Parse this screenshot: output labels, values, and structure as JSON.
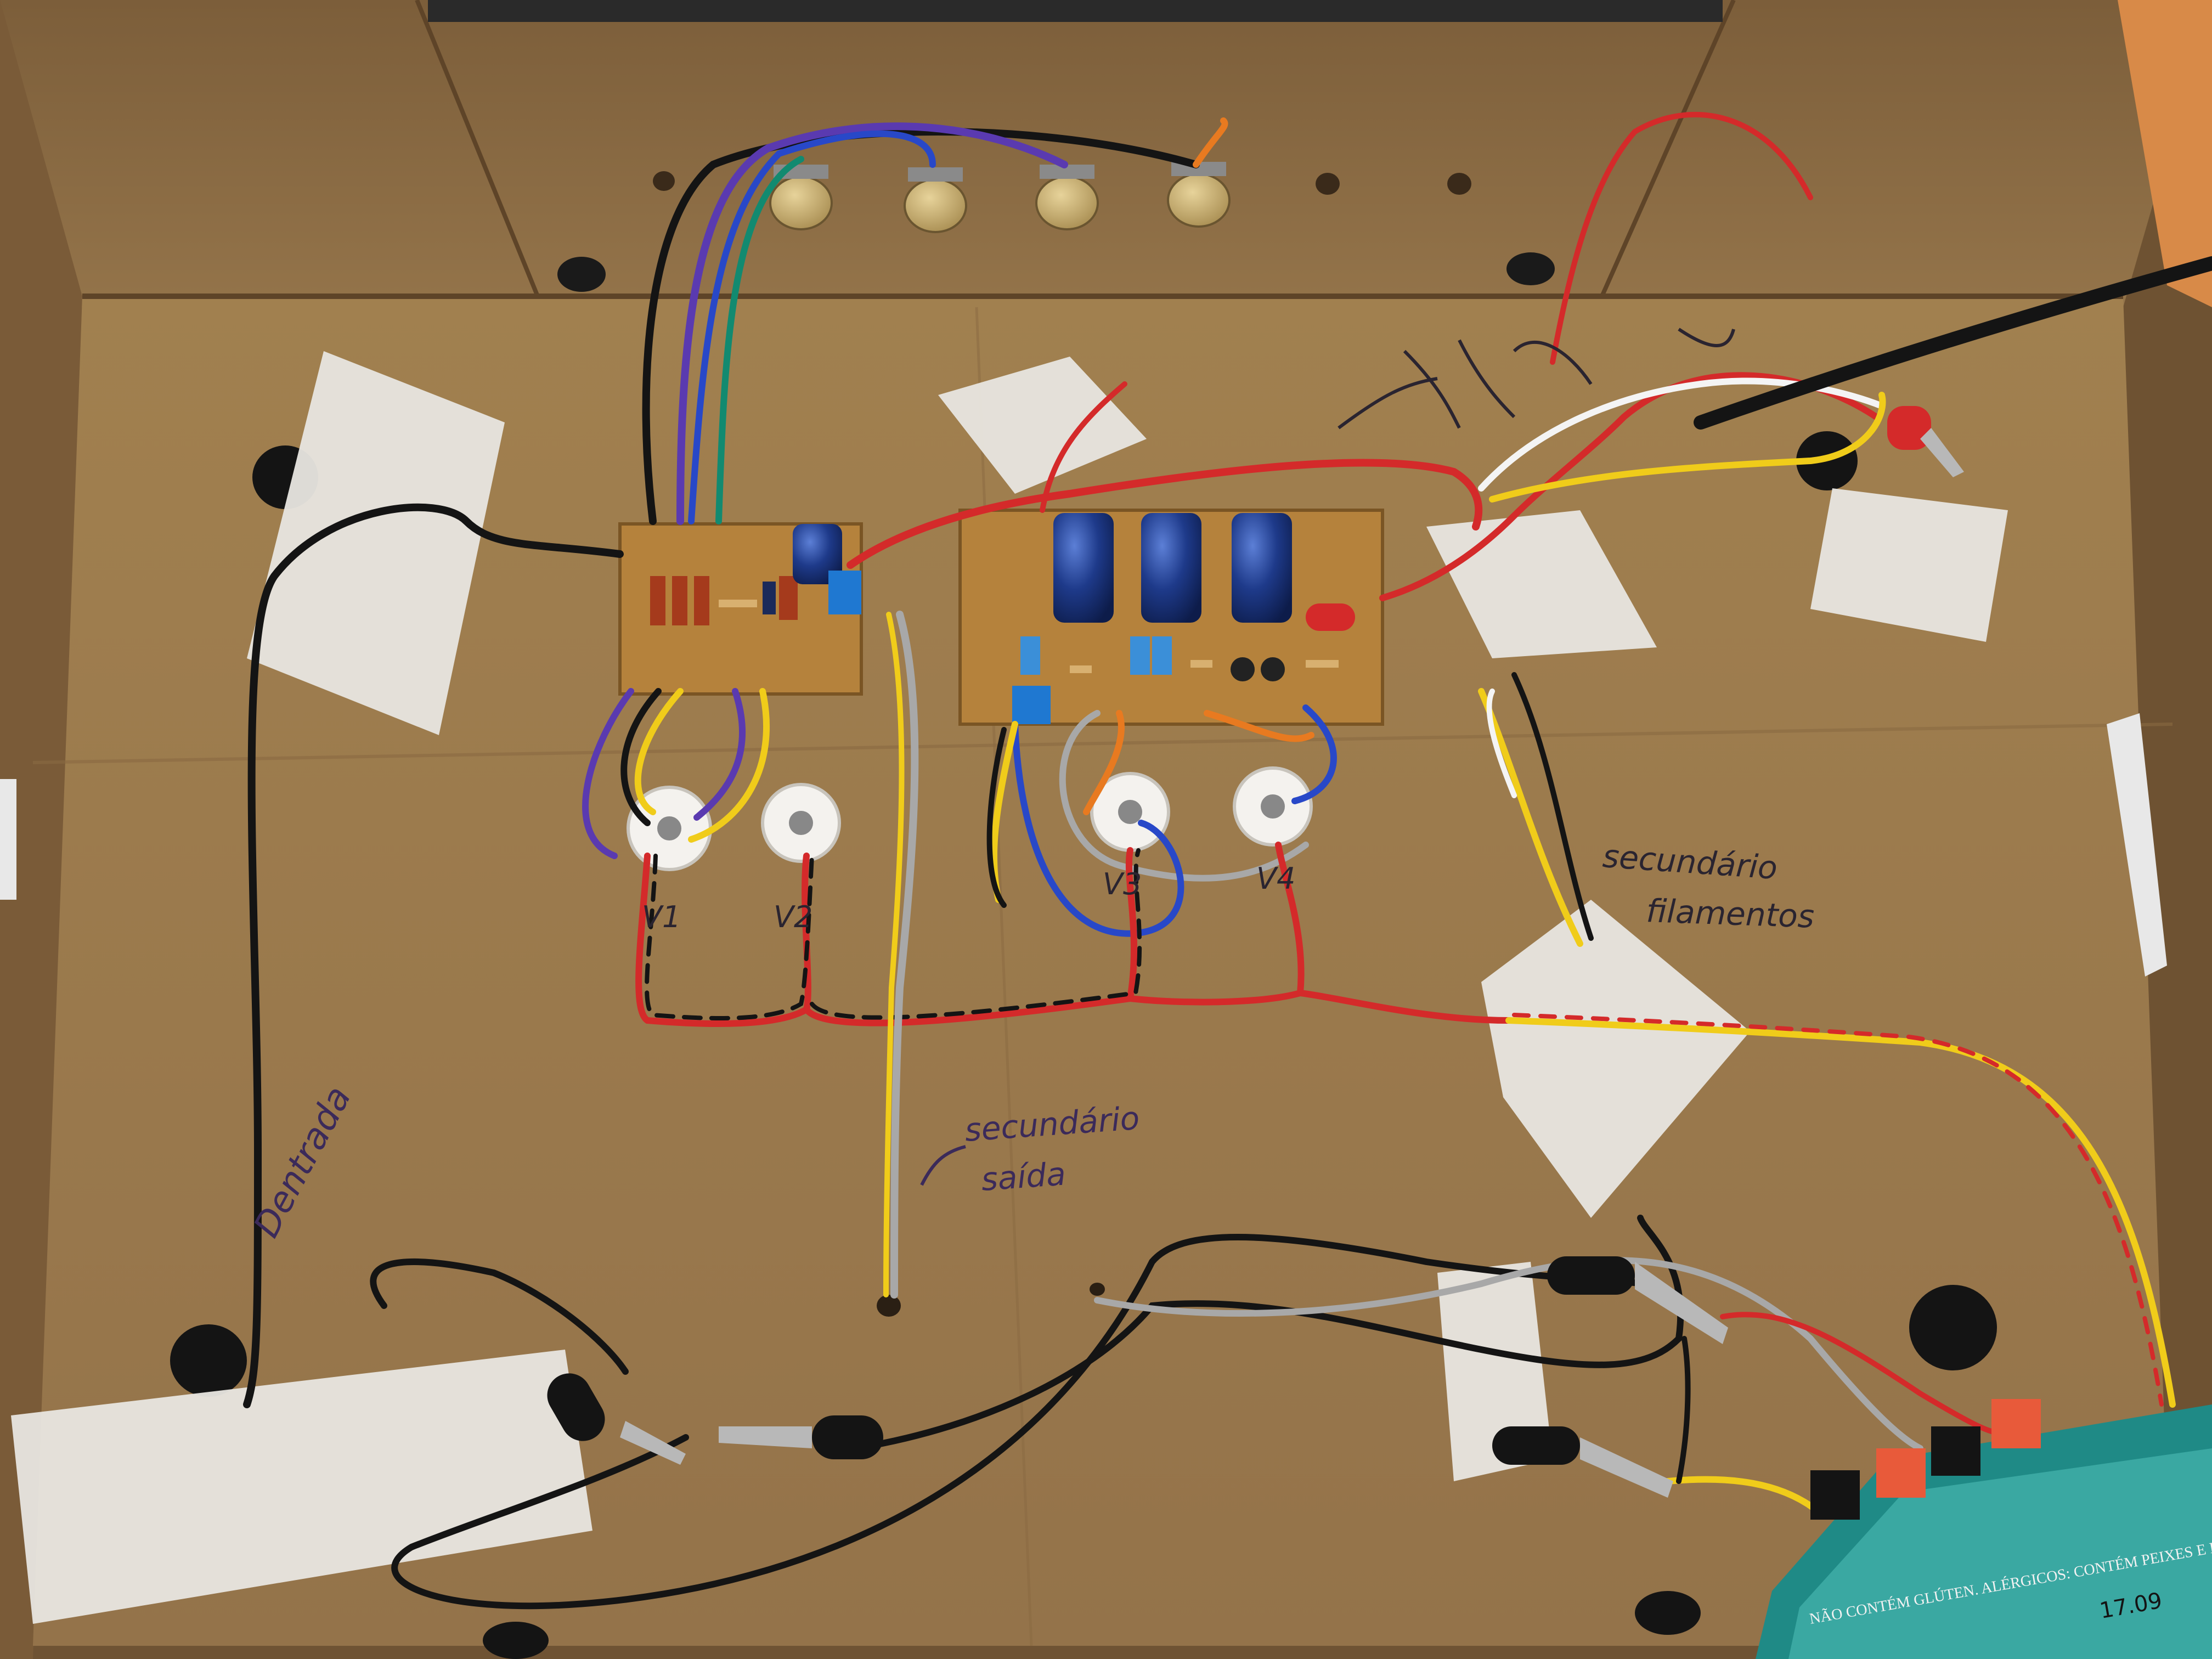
{
  "annotations": {
    "input": "Dentrada",
    "output_secondary_line1": "secundário",
    "output_secondary_line2": "saída",
    "filament_secondary_line1": "secundário",
    "filament_secondary_line2": "filamentos",
    "tube_v1": "V1",
    "tube_v2": "V2",
    "tube_v3": "V3",
    "tube_v4": "V4"
  },
  "package_label": {
    "text": "NÃO CONTÉM GLÚTEN. ALÉRGICOS: CONTÉM PEIXES E DERIVADOS DE SOJA",
    "date": "17.09"
  },
  "colors": {
    "cardboard": "#9c7a50",
    "cardboard_dark": "#6e5232",
    "tape": "#e8e6e0",
    "pcb": "#b5823c",
    "wire_red": "#d42a2a",
    "wire_black": "#141414",
    "wire_yellow": "#f0cc1a",
    "wire_purple": "#5a3ab0",
    "wire_blue": "#2848c8",
    "wire_grey": "#a8a8a8",
    "wire_orange": "#e87a20",
    "wire_white": "#f4f4f4",
    "capacitor_blue": "#1e3a8a",
    "tin_teal": "#1f8a86"
  }
}
